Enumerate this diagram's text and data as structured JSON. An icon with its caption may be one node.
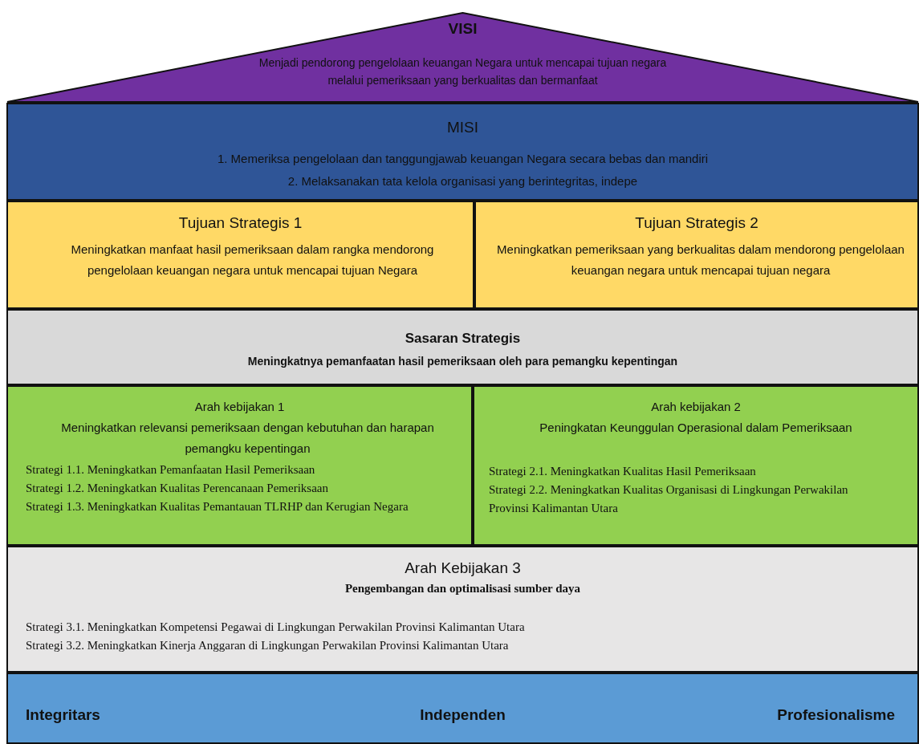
{
  "diagram": {
    "nodes": [
      {
        "text": [
          "VISI",
          "Menjadi pendorong pengelolaan keuangan Negara untuk mencapai tujuan negara melalui pemeriksaan yang berkualitas dan bermanfaat"
        ]
      },
      {
        "text": [
          "MISI",
          "1. Memeriksa pengelolaan dan tanggungjawab keuangan Negara secara bebas dan mandiri",
          "2. Melaksanakan tata kelola organisasi yang berintegritas, indepe"
        ]
      },
      {
        "text": [
          "Tujuan Strategis 1",
          "Meningkatkan manfaat hasil pemeriksaan dalam rangka mendorong pengelolaan keuangan negara untuk mencapai tujuan Negara"
        ]
      },
      {
        "text": [
          "Tujuan Strategis 2",
          "Meningkatkan pemeriksaan yang berkualitas dalam mendorong pengelolaan keuangan negara untuk mencapai tujuan negara"
        ]
      },
      {
        "text": [
          "Sasaran Strategis",
          "Meningkatnya pemanfaatan hasil pemeriksaan oleh para pemangku kepentingan"
        ]
      },
      {
        "text": [
          "Arah kebijakan 1",
          "Meningkatkan relevansi pemeriksaan dengan kebutuhan dan harapan pemangku kepentingan",
          "Strategi 1.1. Meningkatkan Pemanfaatan Hasil Pemeriksaan",
          "Strategi 1.2. Meningkatkan Kualitas Perencanaan Pemeriksaan",
          "Strategi 1.3. Meningkatkan Kualitas Pemantauan TLRHP dan Kerugian Negara"
        ]
      },
      {
        "text": [
          "Arah kebijakan 2",
          "Peningkatan Keunggulan Operasional dalam Pemeriksaan",
          "Strategi 2.1. Meningkatkan Kualitas Hasil Pemeriksaan",
          "Strategi 2.2. Meningkatkan Kualitas Organisasi di Lingkungan Perwakilan Provinsi Kalimantan Utara"
        ]
      },
      {
        "text": [
          "Arah Kebijakan 3",
          "Pengembangan dan optimalisasi sumber daya",
          "Strategi 3.1. Meningkatkan Kompetensi Pegawai di Lingkungan Perwakilan Provinsi Kalimantan Utara",
          "Strategi 3.2. Meningkatkan Kinerja Anggaran di Lingkungan Perwakilan Provinsi Kalimantan Utara"
        ]
      },
      {
        "text": [
          "Integritars",
          "Independen",
          "Profesionalisme"
        ]
      }
    ]
  }
}
